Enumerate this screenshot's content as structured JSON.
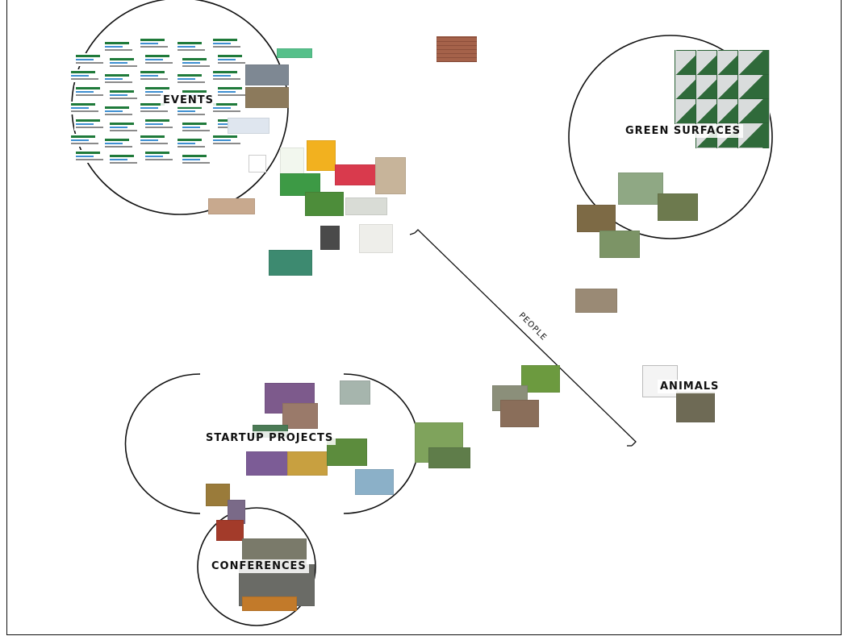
{
  "clusters": {
    "events": "EVENTS",
    "green_surfaces": "GREEN SURFACES",
    "startup_projects": "STARTUP PROJECTS",
    "conferences": "CONFERENCES",
    "animals": "ANIMALS"
  },
  "axis": {
    "people": "PEOPLE"
  },
  "palette": {
    "outline": "#111111",
    "event_green": "#1f7a3a",
    "event_blue": "#3e8fd1",
    "photo_green": "#5f8f4a",
    "photo_brick": "#a5624a",
    "photo_purple": "#7d5a8c"
  },
  "thumbnail_types": [
    "event-poster",
    "green-roof-photo",
    "garden-photo",
    "startup-photo",
    "conference-photo",
    "animal-photo",
    "brick-texture"
  ]
}
